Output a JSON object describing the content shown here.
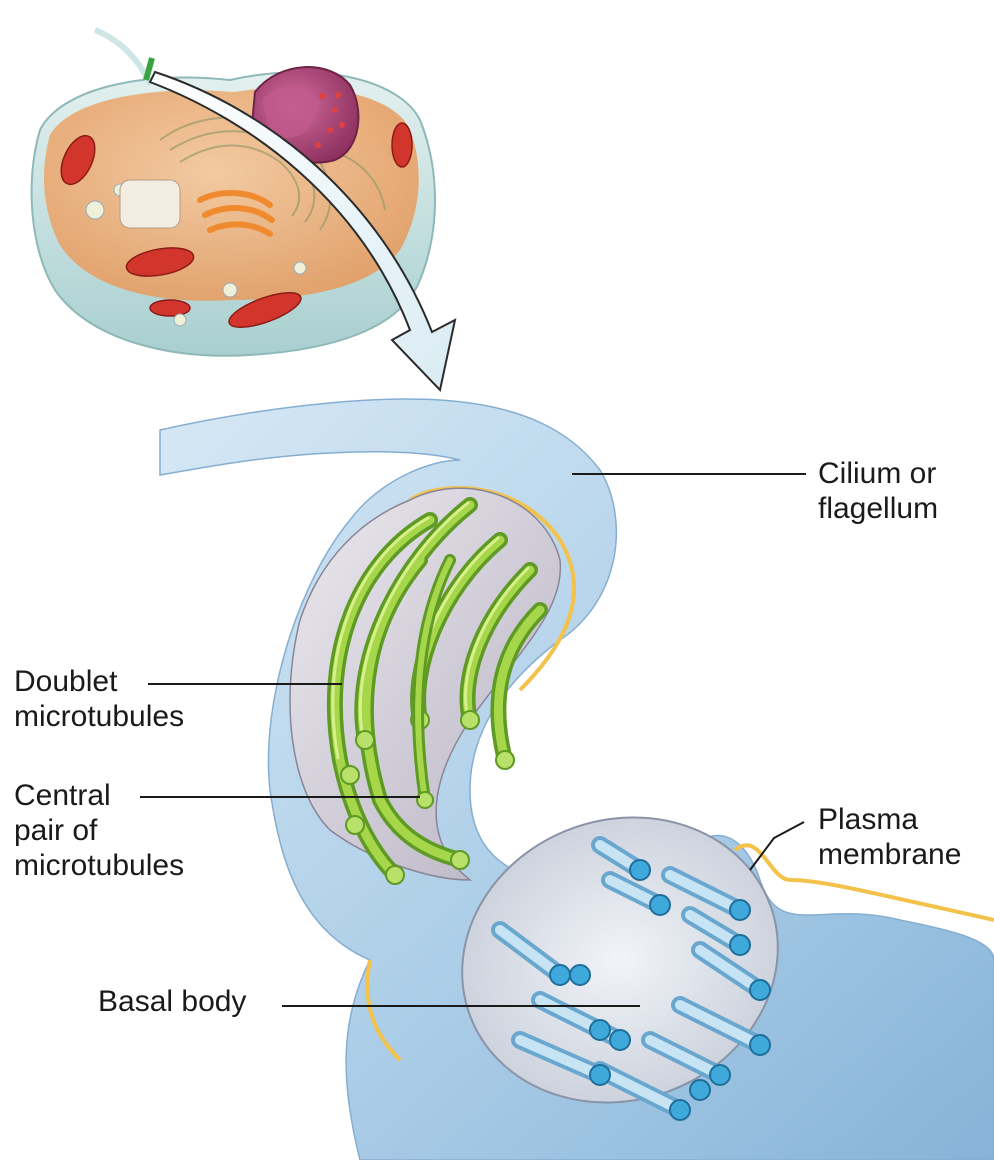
{
  "labels": {
    "cilium": [
      "Cilium or",
      "flagellum"
    ],
    "doublet": [
      "Doublet",
      "microtubules"
    ],
    "central": [
      "Central",
      "pair of",
      "microtubules"
    ],
    "plasma": [
      "Plasma",
      "membrane"
    ],
    "basal": [
      "Basal body"
    ]
  },
  "colors": {
    "cell_cytoplasm": "#f2b27a",
    "cell_membrane": "#cfe6e6",
    "nucleus": "#b2457a",
    "mitochondria": "#d2352b",
    "golgi": "#f08a2e",
    "cilium_sheath": "#b8d6ec",
    "membrane_edge": "#f2c24b",
    "doublet_microtubule": "#8cc63f",
    "basal_microtubule": "#5fb8e0",
    "arrow": "#e8f3f8"
  }
}
